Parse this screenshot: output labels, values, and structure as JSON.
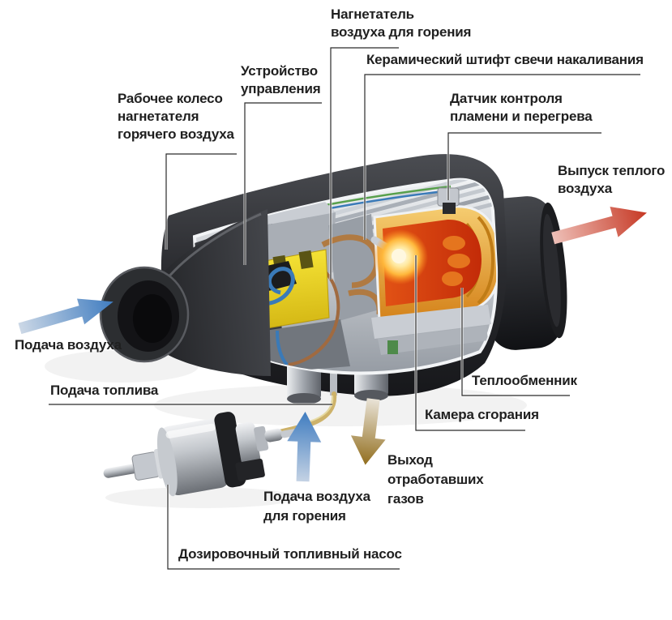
{
  "diagram_type": "cutaway-technical-diagram",
  "language": "ru",
  "callouts": {
    "combustion_air_blower": "Нагнетатель\nвоздуха для горения",
    "glow_plug": "Керамический штифт свечи накаливания",
    "control_unit": "Устройство\nуправления",
    "hot_air_impeller": "Рабочее колесо\nнагнетателя\nгорячего воздуха",
    "flame_overheat_sensor": "Датчик контроля\nпламени и перегрева",
    "warm_air_outlet": "Выпуск теплого\nвоздуха",
    "air_supply": "Подача воздуха",
    "fuel_supply": "Подача топлива",
    "heat_exchanger": "Теплообменник",
    "combustion_chamber": "Камера сгорания",
    "exhaust_gas_outlet": "Выход\nотработавших\nгазов",
    "combustion_air_supply": "Подача воздуха\nдля горения",
    "fuel_metering_pump": "Дозировочный топливный насос"
  },
  "arrows": {
    "air_supply": {
      "direction": "up-right",
      "color": "#3f7cc0",
      "tail_color": "#ccd8e6"
    },
    "combustion_air_supply": {
      "direction": "up",
      "color": "#3f7cc0",
      "tail_color": "#c4d2e4"
    },
    "warm_air_outlet": {
      "direction": "up-right",
      "color": "#c63824",
      "tail_color": "#eec0b8"
    },
    "exhaust_gas": {
      "direction": "down",
      "color": "#926e1e",
      "tail_color": "#e9e3d7"
    }
  },
  "palette": {
    "background": "#ffffff",
    "label_text": "#1f1f1f",
    "leader_line": "#2b2b2b",
    "housing_dark": "#212226",
    "metal_light": "#d7dade",
    "connector_yellow": "#ecd321",
    "combustion_red": "#d4380e",
    "heat_exchanger_gold": "#e69a28",
    "fuel_line_yellow": "#cdb26a"
  }
}
